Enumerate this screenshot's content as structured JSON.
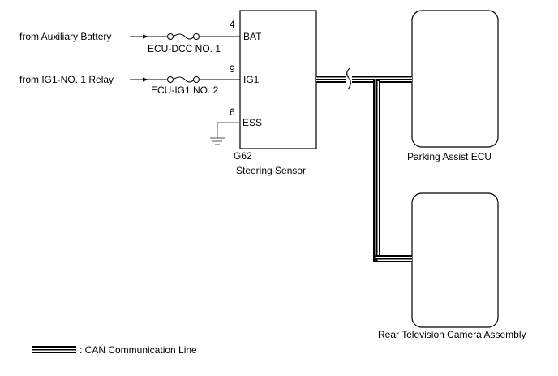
{
  "inputs": [
    {
      "source": "from Auxiliary Battery",
      "fuse": "ECU-DCC NO. 1",
      "pin": "4",
      "terminal": "BAT"
    },
    {
      "source": "from IG1-NO. 1 Relay",
      "fuse": "ECU-IG1 NO. 2",
      "pin": "9",
      "terminal": "IG1"
    }
  ],
  "ground": {
    "pin": "6",
    "terminal": "ESS"
  },
  "steering_sensor": {
    "code": "G62",
    "name": "Steering Sensor"
  },
  "parking_ecu": {
    "name": "Parking Assist ECU"
  },
  "camera": {
    "name": "Rear Television Camera Assembly"
  },
  "legend": {
    "label": ": CAN Communication Line"
  }
}
